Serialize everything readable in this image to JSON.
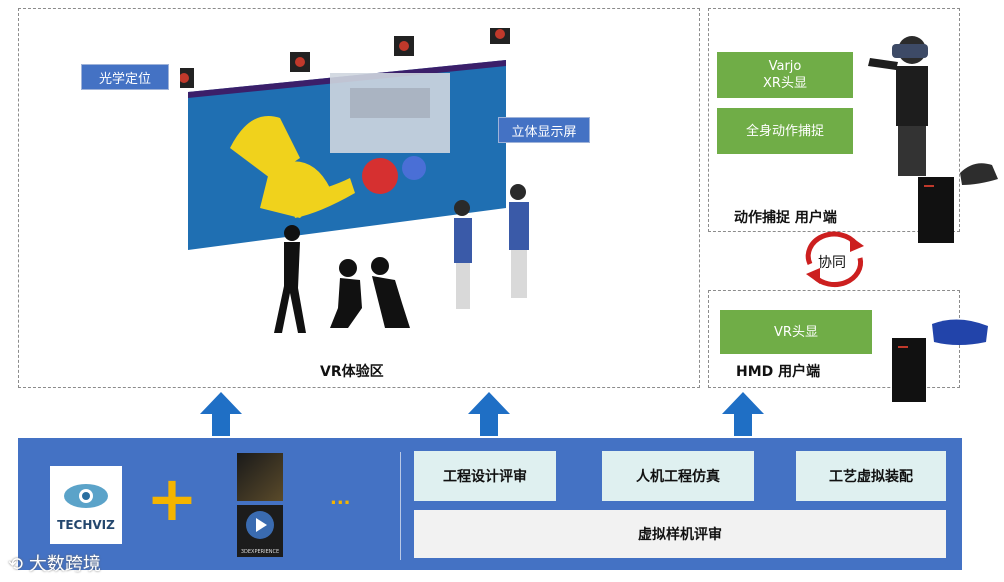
{
  "experience": {
    "zone_label": "VR体验区",
    "optical_tag": "光学定位",
    "stereo_tag": "立体显示屏"
  },
  "motion_client": {
    "headset_label": "Varjo\nXR头显",
    "mocap_label": "全身动作捕捉",
    "title": "动作捕捉 用户端"
  },
  "collab_label": "协同",
  "hmd_client": {
    "headset_label": "VR头显",
    "title": "HMD 用户端"
  },
  "platform": {
    "brand": "TECHVIZ",
    "plus": "+",
    "ellipsis": "...",
    "app2_caption": "3DEXPERIENCE",
    "features": [
      "工程设计评审",
      "人机工程仿真",
      "工艺虚拟装配"
    ],
    "bottom_label": "虚拟样机评审"
  },
  "watermark": "大数跨境",
  "colors": {
    "accent": "#4472c4",
    "green": "#70ad47",
    "teal": "#dff0f0",
    "cycle": "#cc1f1f"
  }
}
